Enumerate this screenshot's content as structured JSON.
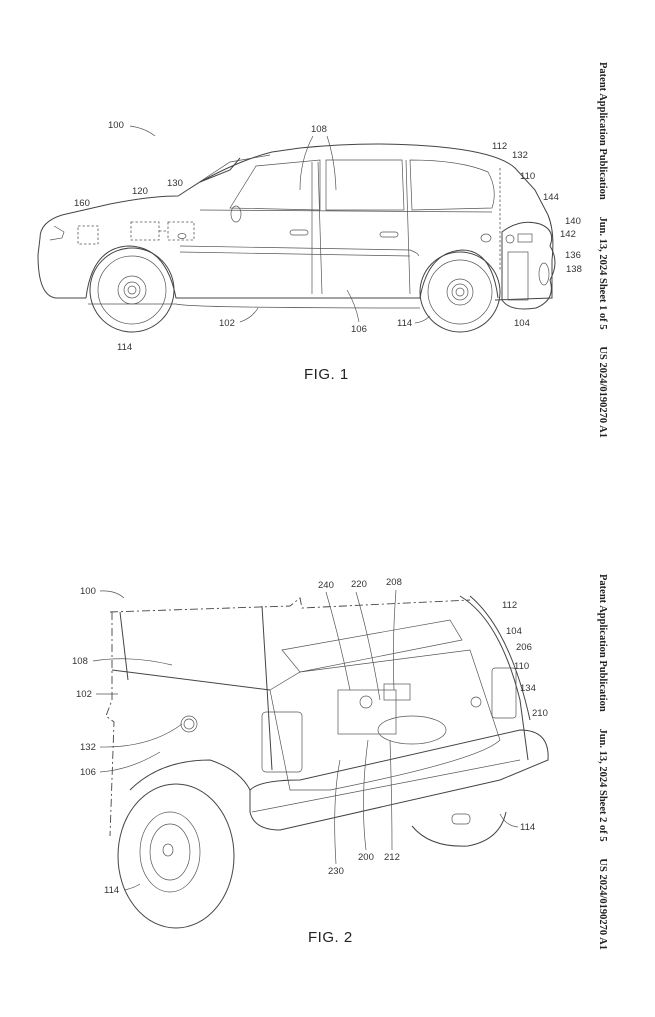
{
  "sheets": [
    {
      "header": {
        "publication_type": "Patent Application Publication",
        "date_sheet": "Jun. 13, 2024  Sheet 1 of 5",
        "publication_number": "US 2024/0190270 A1"
      },
      "figure": {
        "caption": "FIG. 1",
        "reference_labels": [
          "100",
          "102",
          "104",
          "106",
          "108",
          "110",
          "112",
          "114",
          "114",
          "120",
          "130",
          "132",
          "136",
          "138",
          "140",
          "142",
          "144",
          "160"
        ]
      }
    },
    {
      "header": {
        "publication_type": "Patent Application Publication",
        "date_sheet": "Jun. 13, 2024  Sheet 2 of 5",
        "publication_number": "US 2024/0190270 A1"
      },
      "figure": {
        "caption": "FIG. 2",
        "reference_labels": [
          "100",
          "102",
          "104",
          "106",
          "108",
          "110",
          "112",
          "114",
          "114",
          "132",
          "134",
          "200",
          "206",
          "208",
          "210",
          "212",
          "220",
          "230",
          "240"
        ]
      }
    }
  ]
}
